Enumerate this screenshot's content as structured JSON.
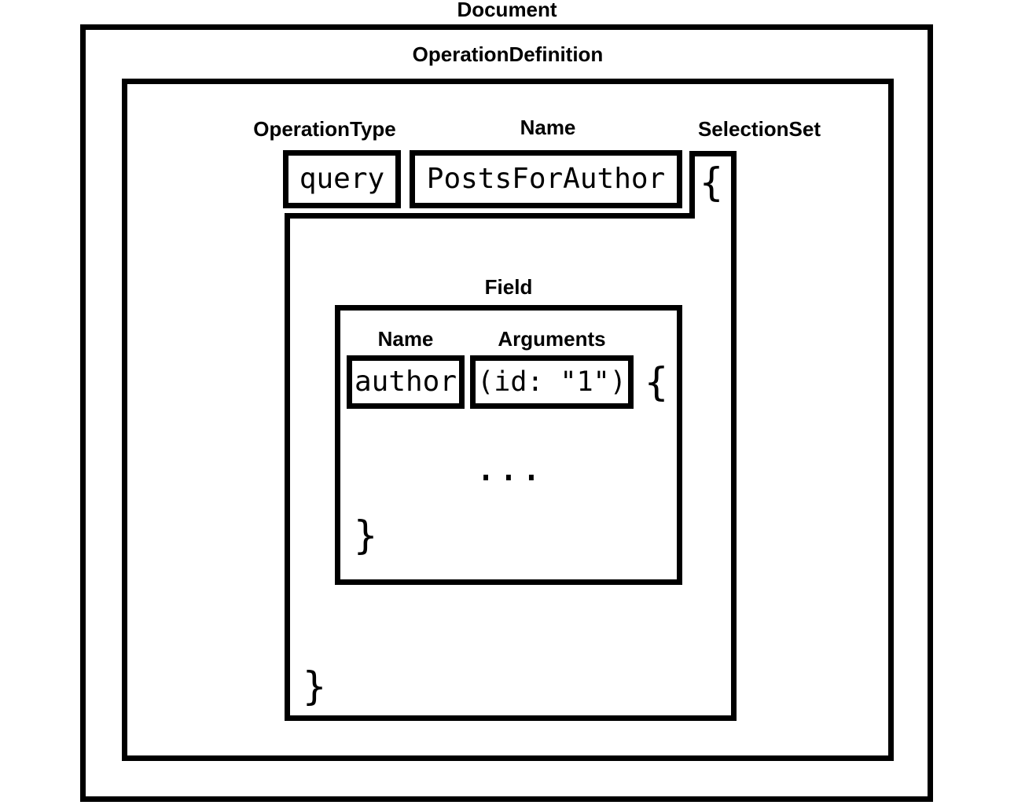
{
  "diagram": {
    "title": "Document",
    "operation_definition": {
      "label": "OperationDefinition",
      "operation_type_label": "OperationType",
      "operation_type_value": "query",
      "name_label": "Name",
      "name_value": "PostsForAuthor",
      "selection_set_label": "SelectionSet",
      "selection_set_open_brace": "{",
      "selection_set_close_brace": "}",
      "field": {
        "label": "Field",
        "name_label": "Name",
        "name_value": "author",
        "arguments_label": "Arguments",
        "arguments_value": "(id: \"1\")",
        "open_brace": "{",
        "ellipsis": "...",
        "close_brace": "}"
      }
    }
  },
  "colors": {
    "line": "#000000",
    "background": "#ffffff"
  }
}
